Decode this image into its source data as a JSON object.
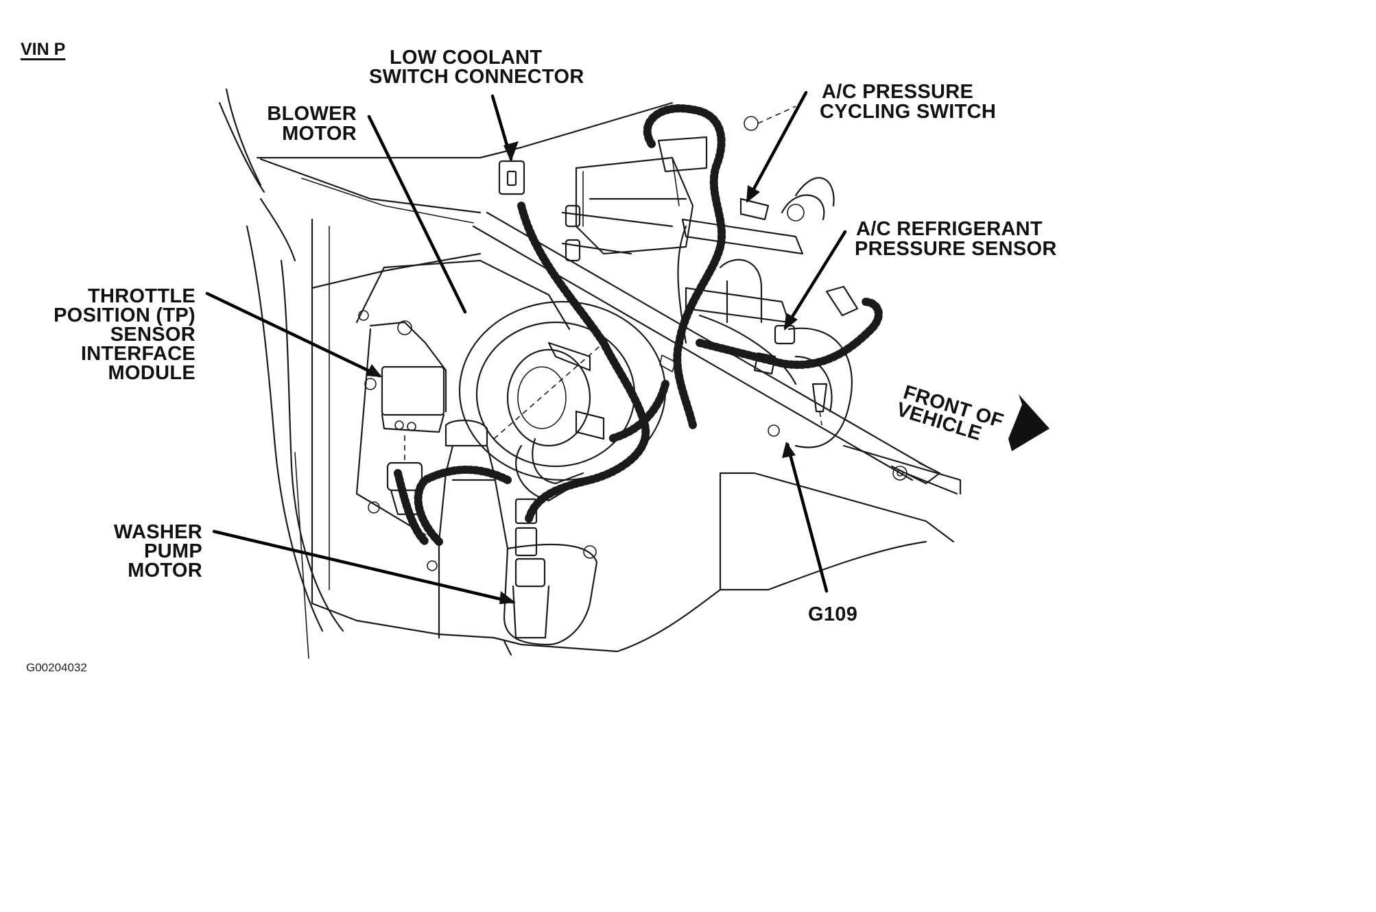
{
  "header": {
    "vin_label": "VIN P"
  },
  "callouts": {
    "low_coolant_line1": "LOW COOLANT",
    "low_coolant_line2": "SWITCH CONNECTOR",
    "blower_line1": "BLOWER",
    "blower_line2": "MOTOR",
    "ac_pressure_line1": "A/C PRESSURE",
    "ac_pressure_line2": "CYCLING SWITCH",
    "ac_refrig_line1": "A/C REFRIGERANT",
    "ac_refrig_line2": "PRESSURE SENSOR",
    "tp_line1": "THROTTLE",
    "tp_line2": "POSITION (TP)",
    "tp_line3": "SENSOR",
    "tp_line4": "INTERFACE",
    "tp_line5": "MODULE",
    "front_line1": "FRONT OF",
    "front_line2": "VEHICLE",
    "washer_line1": "WASHER",
    "washer_line2": "PUMP",
    "washer_line3": "MOTOR",
    "ground": "G109"
  },
  "footer": {
    "figure_id": "G00204032"
  }
}
